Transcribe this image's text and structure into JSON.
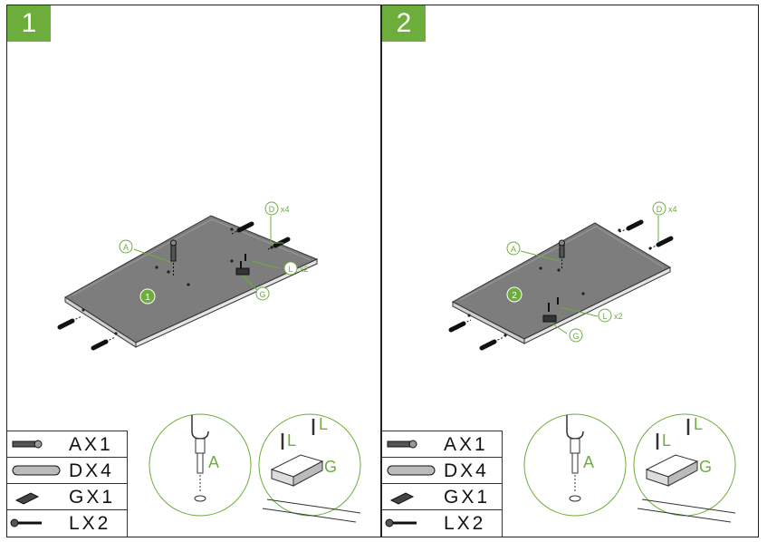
{
  "steps": [
    {
      "number": "1",
      "panel_label": "1",
      "callouts": {
        "a": "A",
        "d": "D",
        "d_qty": "x4",
        "l": "L",
        "l_qty": "x2",
        "g": "G"
      },
      "details": {
        "a": "A",
        "l1": "L",
        "l2": "L",
        "g": "G"
      },
      "parts": [
        {
          "icon": "cam-bolt-icon",
          "code": "AX1"
        },
        {
          "icon": "dowel-icon",
          "code": "DX4"
        },
        {
          "icon": "magnet-catch-icon",
          "code": "GX1"
        },
        {
          "icon": "screw-icon",
          "code": "LX2"
        }
      ]
    },
    {
      "number": "2",
      "panel_label": "2",
      "callouts": {
        "a": "A",
        "d": "D",
        "d_qty": "x4",
        "l": "L",
        "l_qty": "x2",
        "g": "G"
      },
      "details": {
        "a": "A",
        "l1": "L",
        "l2": "L",
        "g": "G"
      },
      "parts": [
        {
          "icon": "cam-bolt-icon",
          "code": "AX1"
        },
        {
          "icon": "dowel-icon",
          "code": "DX4"
        },
        {
          "icon": "magnet-catch-icon",
          "code": "GX1"
        },
        {
          "icon": "screw-icon",
          "code": "LX2"
        }
      ]
    }
  ],
  "colors": {
    "accent": "#6cad3b",
    "board": "#7a7a7a",
    "board_edge": "#4a4a4a"
  }
}
